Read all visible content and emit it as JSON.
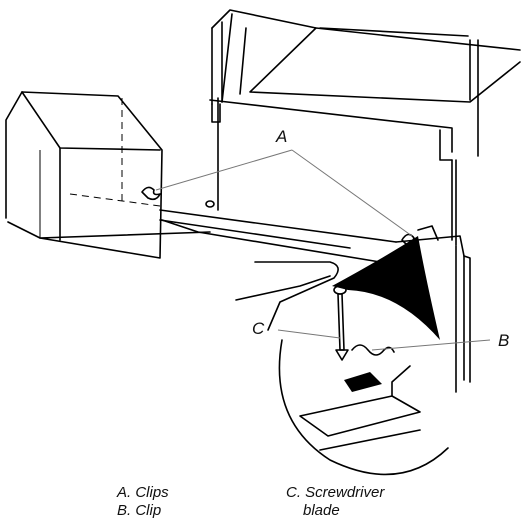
{
  "callouts": {
    "a": "A",
    "b": "B",
    "c": "C"
  },
  "legend": {
    "a": "A. Clips",
    "b": "B. Clip",
    "c_line1": "C. Screwdriver",
    "c_line2": "blade"
  },
  "colors": {
    "ink": "#000000",
    "leader": "#777777",
    "background": "#ffffff"
  }
}
